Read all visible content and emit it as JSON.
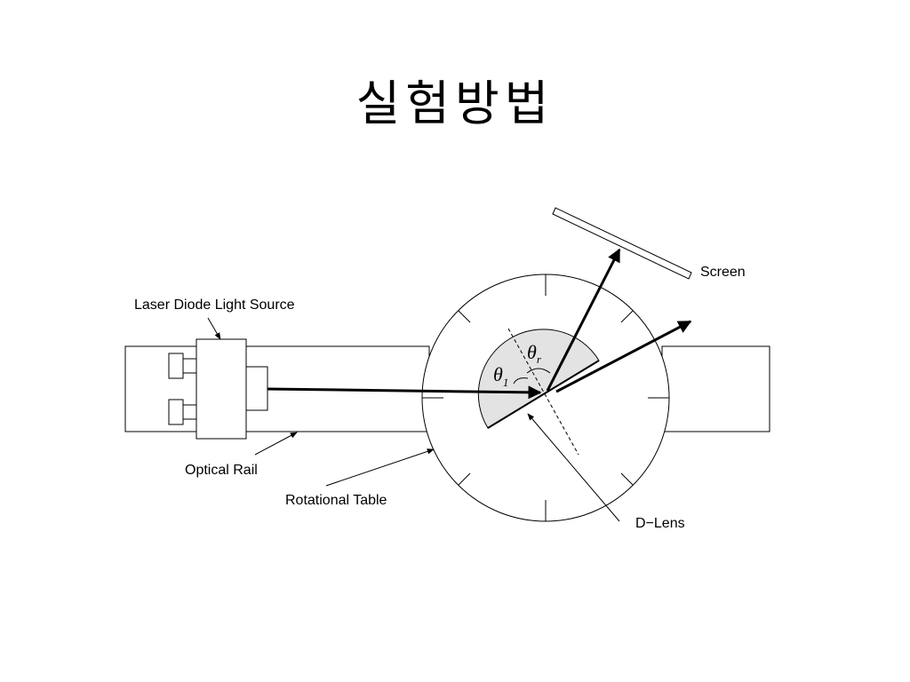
{
  "slide": {
    "title": "실험방법"
  },
  "labels": {
    "screen": "Screen",
    "laser_source": "Laser Diode Light Source",
    "optical_rail": "Optical Rail",
    "rotational_table": "Rotational Table",
    "d_lens": "D−Lens"
  },
  "angles": {
    "theta_incident_symbol": "θ",
    "theta_incident_subscript": "1",
    "theta_reflected_symbol": "θ",
    "theta_reflected_subscript": "r"
  },
  "colors": {
    "line": "#000000",
    "lens_fill": "#e3e3e3",
    "background": "#ffffff"
  }
}
